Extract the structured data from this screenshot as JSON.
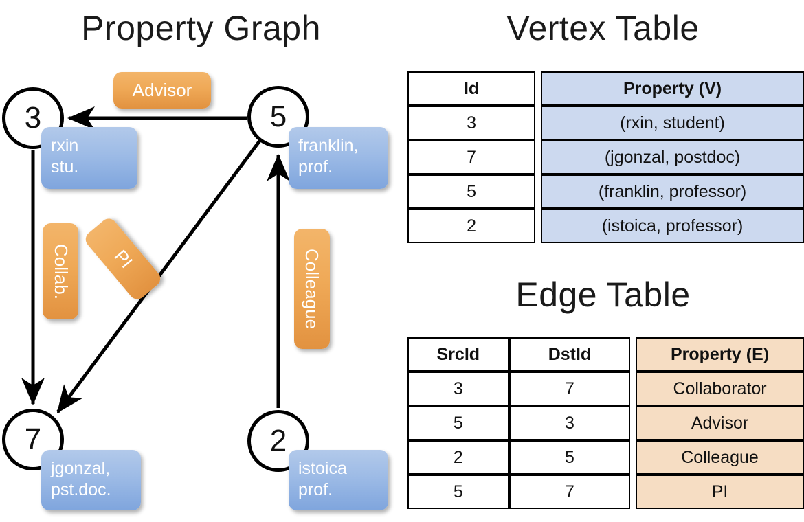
{
  "titles": {
    "property_graph": "Property Graph",
    "vertex_table": "Vertex Table",
    "edge_table": "Edge Table"
  },
  "graph": {
    "nodes": [
      {
        "id": "3",
        "label": "3",
        "property_lines": [
          "rxin",
          "stu."
        ]
      },
      {
        "id": "5",
        "label": "5",
        "property_lines": [
          "franklin,",
          "prof."
        ]
      },
      {
        "id": "7",
        "label": "7",
        "property_lines": [
          "jgonzal,",
          "pst.doc."
        ]
      },
      {
        "id": "2",
        "label": "2",
        "property_lines": [
          "istoica",
          "prof."
        ]
      }
    ],
    "edge_labels": {
      "advisor": "Advisor",
      "collab": "Collab.",
      "pi": "PI",
      "colleague": "Colleague"
    },
    "edges": [
      {
        "src": "5",
        "dst": "3",
        "label": "Advisor"
      },
      {
        "src": "3",
        "dst": "7",
        "label": "Collab."
      },
      {
        "src": "5",
        "dst": "7",
        "label": "PI"
      },
      {
        "src": "2",
        "dst": "5",
        "label": "Colleague"
      }
    ]
  },
  "vertex_table": {
    "headers": [
      "Id",
      "Property (V)"
    ],
    "rows": [
      {
        "id": "3",
        "property": "(rxin, student)"
      },
      {
        "id": "7",
        "property": "(jgonzal, postdoc)"
      },
      {
        "id": "5",
        "property": "(franklin, professor)"
      },
      {
        "id": "2",
        "property": "(istoica, professor)"
      }
    ]
  },
  "edge_table": {
    "headers": [
      "SrcId",
      "DstId",
      "Property (E)"
    ],
    "rows": [
      {
        "src": "3",
        "dst": "7",
        "property": "Collaborator"
      },
      {
        "src": "5",
        "dst": "3",
        "property": "Advisor"
      },
      {
        "src": "2",
        "dst": "5",
        "property": "Colleague"
      },
      {
        "src": "5",
        "dst": "7",
        "property": "PI"
      }
    ]
  },
  "colors": {
    "vertex_cell": "#ccd9ef",
    "edge_cell": "#f6ddc3",
    "vertex_callout": "#9dbbe6",
    "edge_callout": "#efa957",
    "stroke": "#000000"
  }
}
